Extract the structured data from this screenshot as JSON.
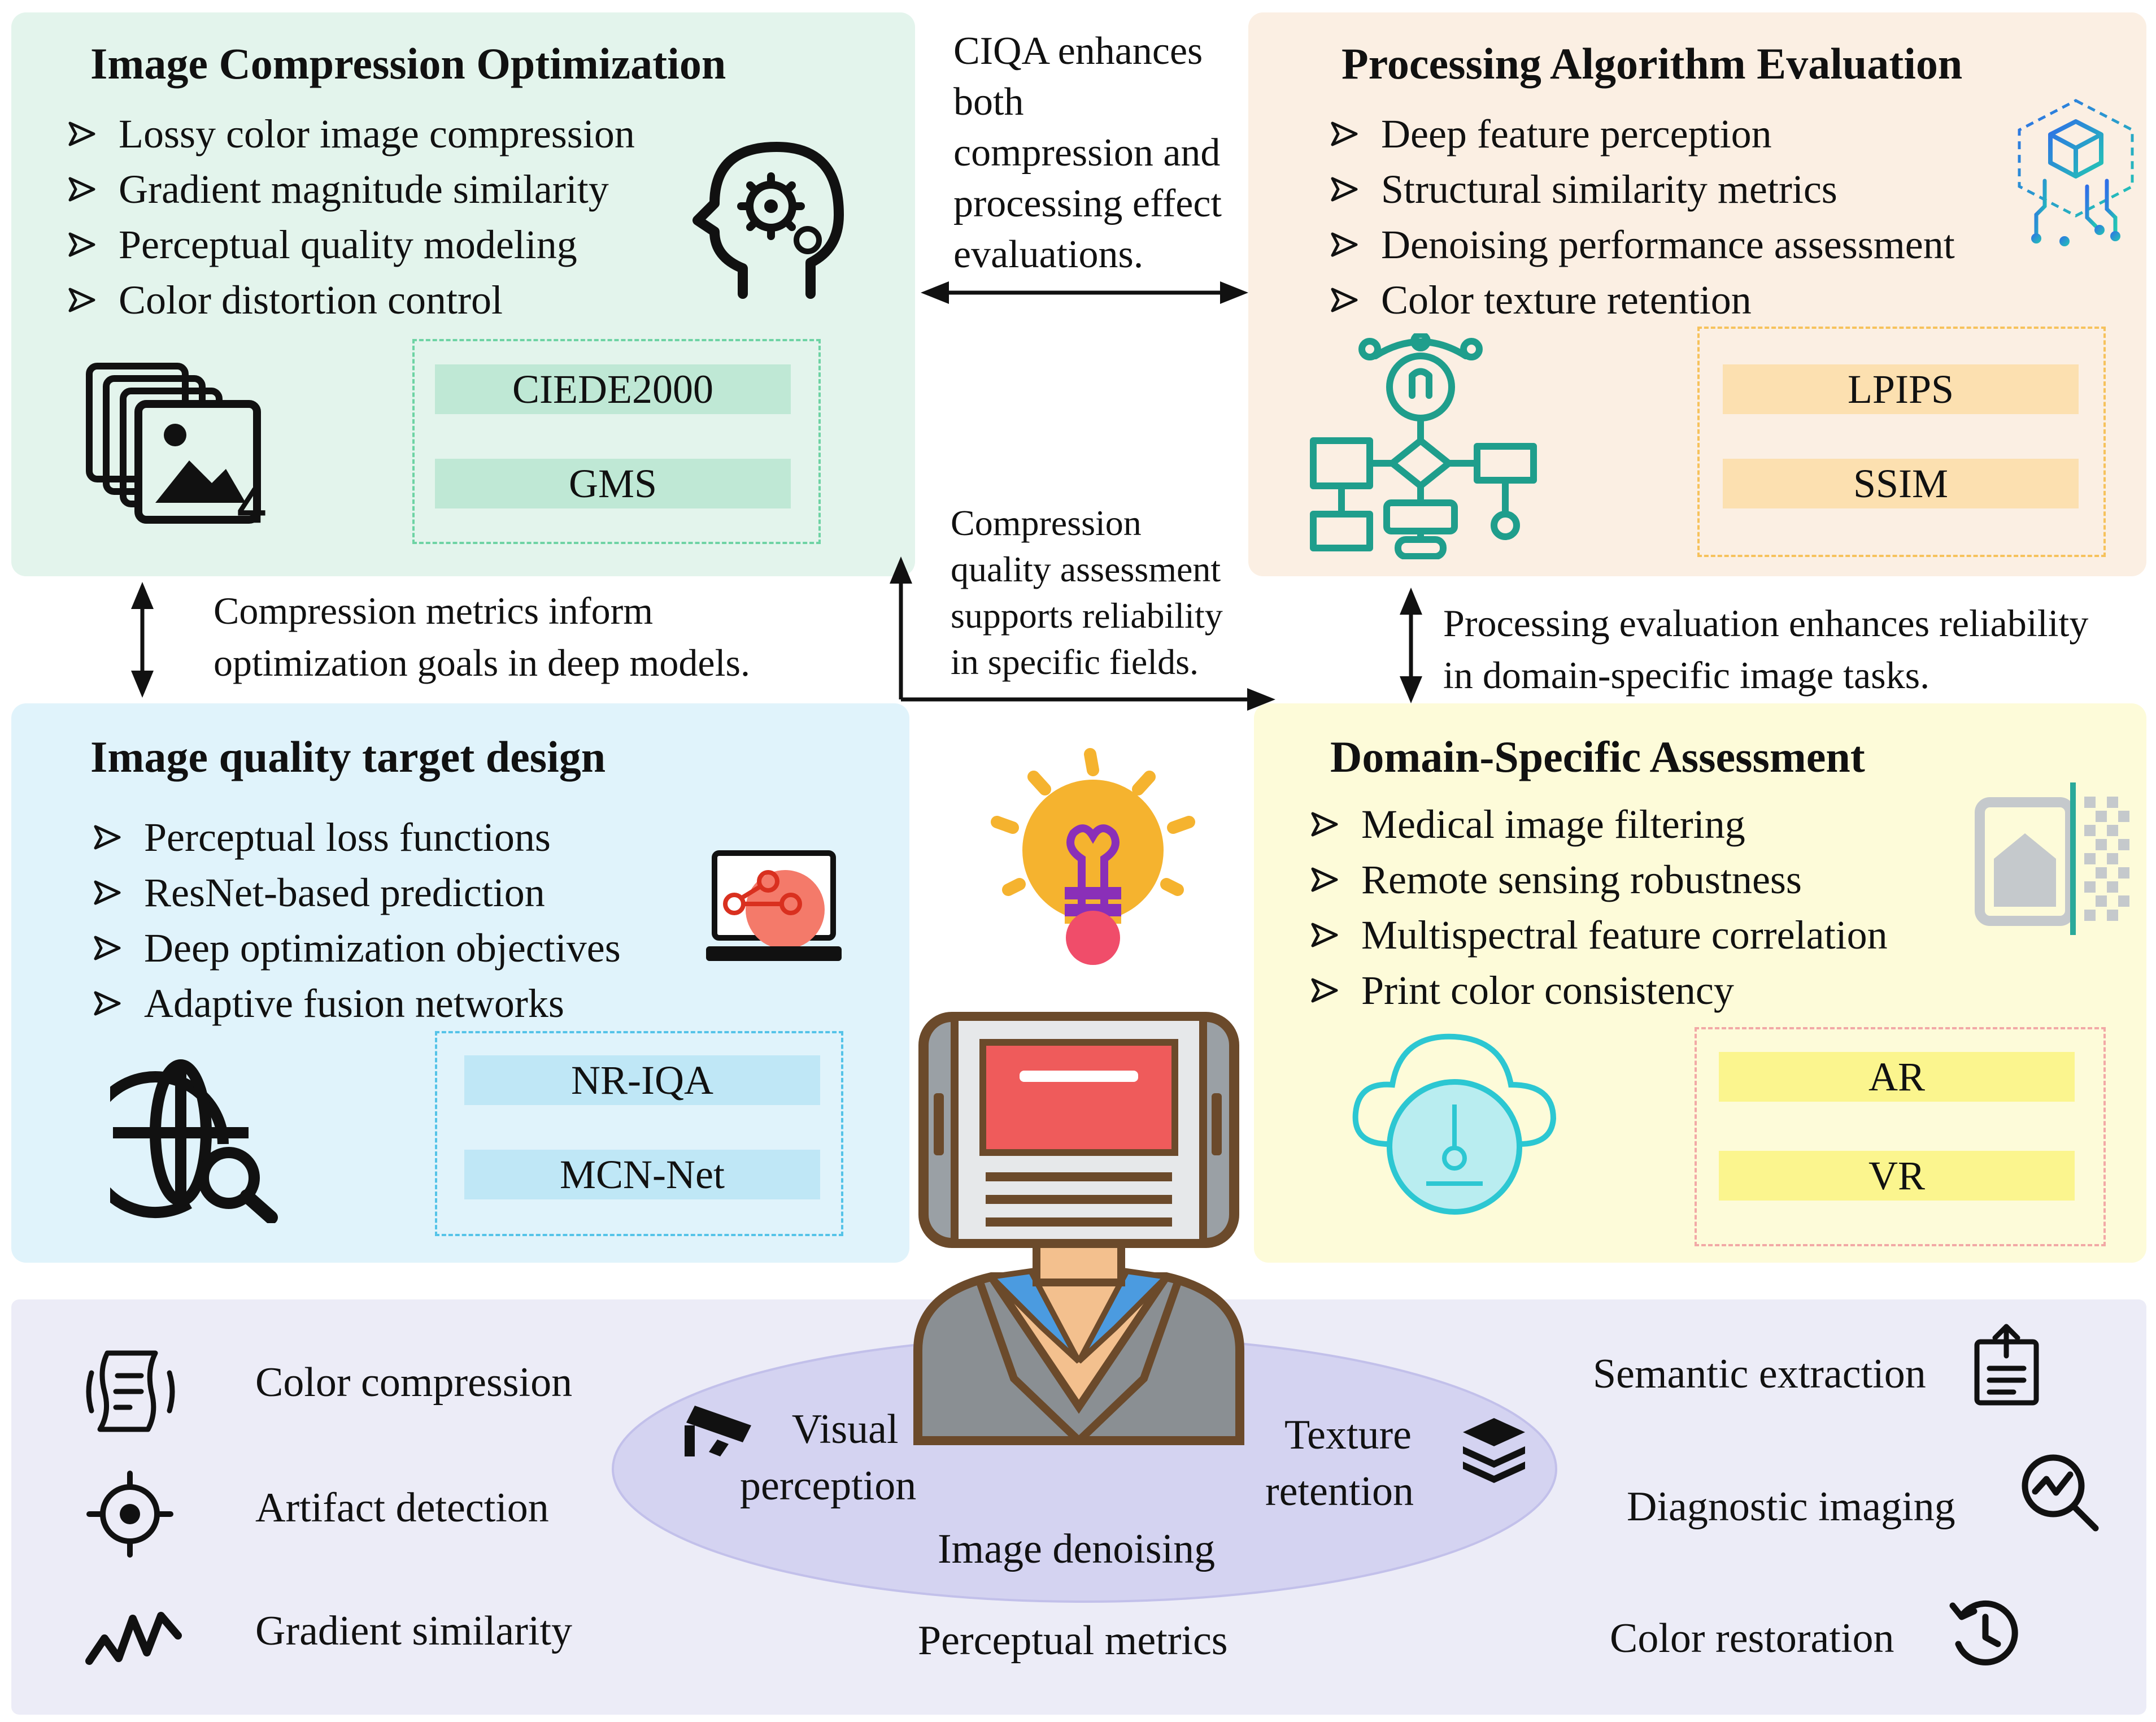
{
  "colors": {
    "green_bg": "#e3f4ec",
    "green_pill": "#bfe8d5",
    "green_dash": "#6ed3a4",
    "orange_bg": "#fbefe3",
    "orange_pill": "#fce0b0",
    "orange_dash": "#f6c25c",
    "blue_bg": "#e0f3fb",
    "blue_pill": "#bfe7f6",
    "blue_dash": "#55c3e8",
    "yellow_bg": "#fdfbd9",
    "yellow_pill": "#fbf58e",
    "yellow_dash": "#f2a9a6",
    "bottom_bg": "#ececf7",
    "ellipse": "#d4d3f1"
  },
  "panels": {
    "compression": {
      "title": "Image Compression Optimization",
      "items": [
        "Lossy color image compression",
        "Gradient magnitude similarity",
        "Perceptual quality modeling",
        "Color distortion control"
      ],
      "metrics": [
        "CIEDE2000",
        "GMS"
      ],
      "icons": [
        "head-gears-icon",
        "image-stack-icon"
      ]
    },
    "processing": {
      "title": "Processing Algorithm Evaluation",
      "items": [
        "Deep feature perception",
        "Structural similarity metrics",
        "Denoising performance assessment",
        "Color texture retention"
      ],
      "metrics": [
        "LPIPS",
        "SSIM"
      ],
      "icons": [
        "circuit-cube-icon",
        "flowchart-bulb-icon"
      ]
    },
    "quality_target": {
      "title": "Image quality target design",
      "items": [
        "Perceptual loss functions",
        "ResNet-based prediction",
        "Deep optimization objectives",
        "Adaptive fusion networks"
      ],
      "metrics": [
        "NR-IQA",
        "MCN-Net"
      ],
      "icons": [
        "laptop-share-icon",
        "globe-search-icon"
      ]
    },
    "domain": {
      "title": "Domain-Specific Assessment",
      "items": [
        "Medical image filtering",
        "Remote sensing robustness",
        "Multispectral feature correlation",
        "Print color consistency"
      ],
      "metrics": [
        "AR",
        "VR"
      ],
      "icons": [
        "image-pixelate-icon",
        "cloud-gauge-icon"
      ]
    }
  },
  "connectors": {
    "top": [
      "CIQA enhances",
      "both",
      "compression and",
      "processing effect",
      "evaluations."
    ],
    "left": [
      "Compression metrics inform",
      "optimization goals in deep models."
    ],
    "middle": [
      "Compression",
      "quality assessment",
      "supports reliability",
      "in specific fields."
    ],
    "right": [
      "Processing evaluation enhances reliability",
      "in domain-specific image tasks."
    ]
  },
  "bottom": {
    "left": [
      {
        "label": "Color compression",
        "icon": "scroll-document-icon"
      },
      {
        "label": "Artifact detection",
        "icon": "target-crosshair-icon"
      },
      {
        "label": "Gradient similarity",
        "icon": "zigzag-signal-icon"
      }
    ],
    "center": {
      "visual": [
        "Visual",
        "perception"
      ],
      "texture": [
        "Texture",
        "retention"
      ],
      "denoising": "Image denoising",
      "metrics": "Perceptual metrics",
      "icons": [
        "security-camera-icon",
        "layers-icon"
      ]
    },
    "right": [
      {
        "label": "Semantic extraction",
        "icon": "clipboard-upload-icon"
      },
      {
        "label": "Diagnostic imaging",
        "icon": "search-chart-icon"
      },
      {
        "label": "Color restoration",
        "icon": "history-clock-icon"
      }
    ]
  },
  "central_icons": [
    "lightbulb-icon",
    "phone-head-person-icon"
  ]
}
